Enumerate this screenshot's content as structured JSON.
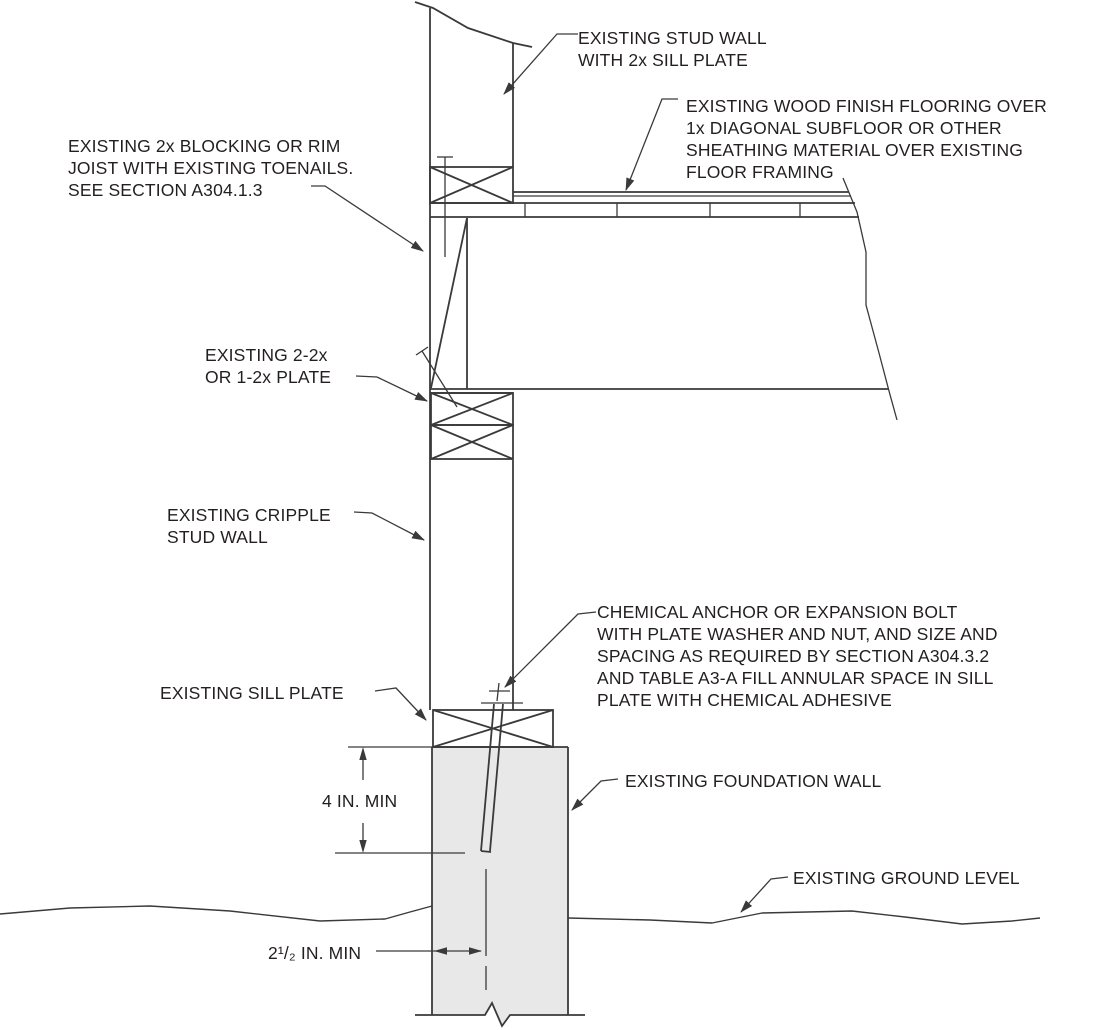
{
  "drawing": {
    "type": "construction-detail-section",
    "colors": {
      "line": "#3a3a3a",
      "text": "#231f20",
      "foundation_fill": "#e8e8e8",
      "background": "#ffffff"
    },
    "labels": {
      "stud_wall": {
        "lines": [
          "EXISTING STUD WALL",
          "WITH 2x SILL PLATE"
        ]
      },
      "flooring": {
        "lines": [
          "EXISTING WOOD FINISH FLOORING OVER",
          "1x DIAGONAL SUBFLOOR OR OTHER",
          "SHEATHING MATERIAL OVER EXISTING",
          "FLOOR FRAMING"
        ]
      },
      "blocking": {
        "lines": [
          "EXISTING 2x BLOCKING OR RIM",
          "JOIST WITH EXISTING TOENAILS.",
          "SEE SECTION A304.1.3"
        ]
      },
      "plate": {
        "lines": [
          "EXISTING 2-2x",
          "OR 1-2x PLATE"
        ]
      },
      "cripple": {
        "lines": [
          "EXISTING CRIPPLE",
          "STUD WALL"
        ]
      },
      "anchor": {
        "lines": [
          "CHEMICAL ANCHOR OR EXPANSION BOLT",
          "WITH PLATE WASHER AND NUT, AND SIZE AND",
          "SPACING AS REQUIRED BY SECTION A304.3.2",
          "AND TABLE A3-A FILL ANNULAR SPACE IN SILL",
          "PLATE WITH CHEMICAL ADHESIVE"
        ]
      },
      "sill_plate": {
        "lines": [
          "EXISTING SILL PLATE"
        ]
      },
      "foundation": {
        "lines": [
          "EXISTING FOUNDATION WALL"
        ]
      },
      "ground": {
        "lines": [
          "EXISTING GROUND LEVEL"
        ]
      }
    },
    "dimensions": {
      "embedment": "4 IN. MIN",
      "edge_distance": "2¹/₂ IN. MIN"
    }
  }
}
